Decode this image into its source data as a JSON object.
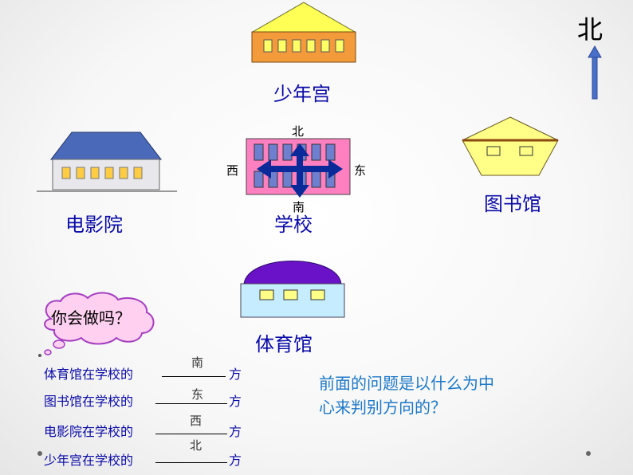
{
  "compass": {
    "north_label": "北"
  },
  "buildings": {
    "youth_palace": "少年宫",
    "cinema": "电影院",
    "school": "学校",
    "library": "图书馆",
    "gym": "体育馆"
  },
  "school_directions": {
    "north": "北",
    "south": "南",
    "west": "西",
    "east": "东"
  },
  "cloud": {
    "text": "你会做吗？"
  },
  "exercises": [
    {
      "prompt": "体育馆在学校的",
      "answer": "南",
      "suffix": "方"
    },
    {
      "prompt": "图书馆在学校的",
      "answer": "东",
      "suffix": "方"
    },
    {
      "prompt": "电影院在学校的",
      "answer": "西",
      "suffix": "方"
    },
    {
      "prompt": "少年宫在学校的",
      "answer": "北",
      "suffix": "方"
    }
  ],
  "question": {
    "line1": "前面的问题是以什么为中",
    "line2": "心来判别方向的？"
  },
  "colors": {
    "youth_palace_roof": "#ffff55",
    "youth_palace_body": "#f39a3a",
    "cinema_roof": "#4a69b8",
    "school_body": "#ff80c0",
    "library_body": "#ffff88",
    "gym_dome": "#6a12c8",
    "gym_body": "#c6ecff",
    "arrow_blue": "#0a2a9a",
    "cloud_fill": "#ffd0f0",
    "cloud_stroke": "#a43ec0"
  }
}
